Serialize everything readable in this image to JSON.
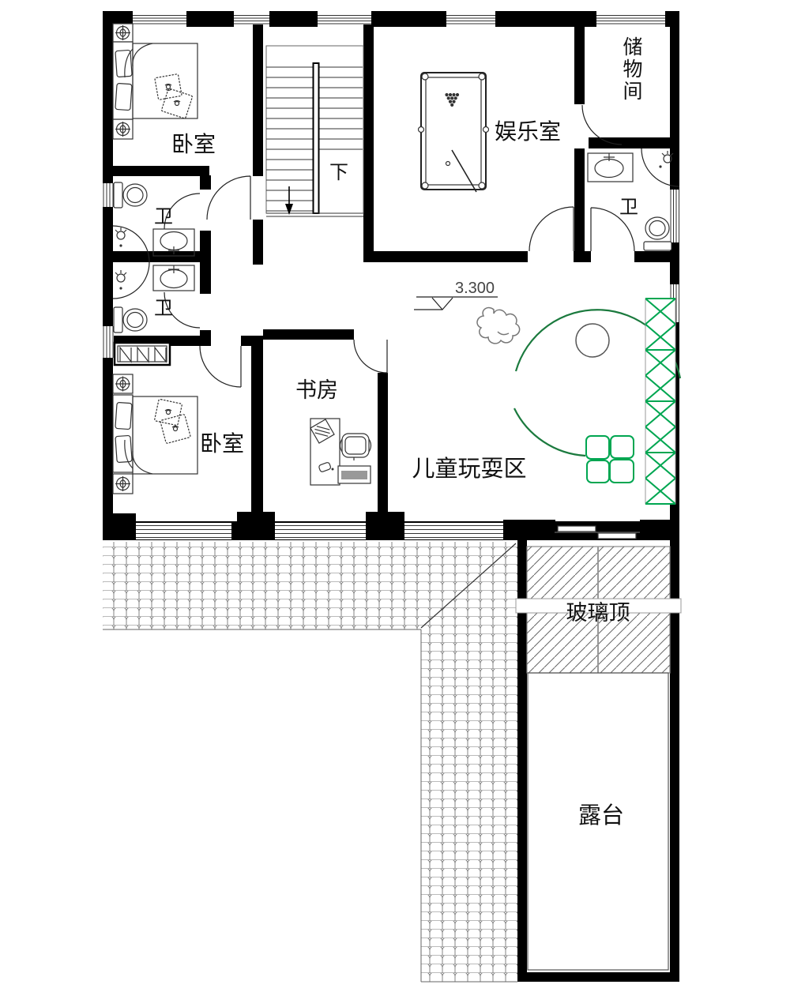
{
  "plan": {
    "labels": {
      "bedroom_top": "卧室",
      "bedroom_bottom": "卧室",
      "stairs_down": "下",
      "entertainment": "娱乐室",
      "storage": "储物间",
      "storage_chars": [
        "储",
        "物",
        "间"
      ],
      "bath_left_upper": "卫",
      "bath_left_lower": "卫",
      "bath_right": "卫",
      "study": "书房",
      "play_area": "儿童玩耍区",
      "glass_roof": "玻璃顶",
      "terrace": "露台",
      "elevation": "3.300"
    },
    "colors": {
      "wall": "#000000",
      "accent_green": "#00A651",
      "arc_green": "#1B7A3E",
      "line_gray": "#555555"
    }
  }
}
